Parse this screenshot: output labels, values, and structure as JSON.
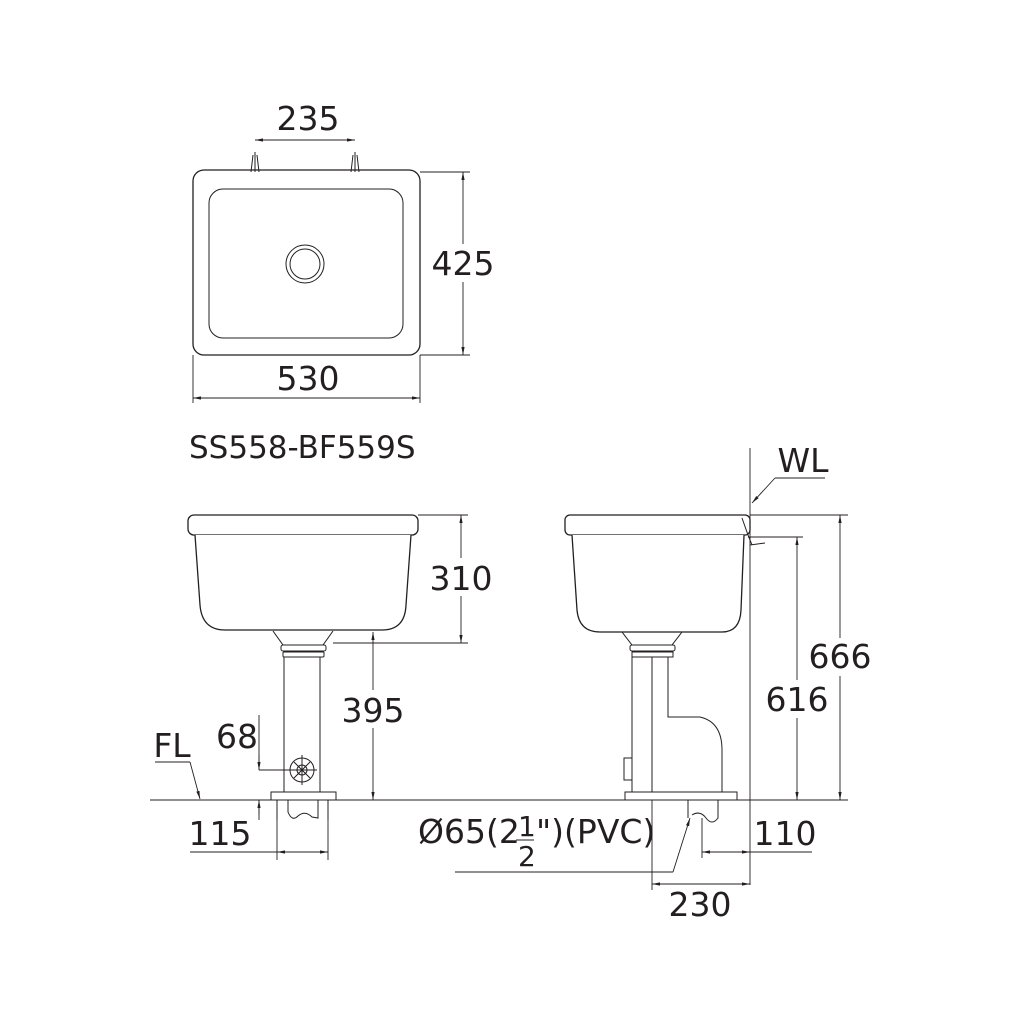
{
  "model": "SS558-BF559S",
  "top_view": {
    "faucet_spacing": "235",
    "depth": "425",
    "width": "530"
  },
  "front_view": {
    "bowl_height": "310",
    "drain_height": "395",
    "valve_height": "68",
    "pipe_offset": "115",
    "floor_label": "FL"
  },
  "side_view": {
    "water_line_label": "WL",
    "total_height": "666",
    "spout_height": "616",
    "pipe_from_wall": "110",
    "trap_from_wall": "230",
    "pipe_spec": {
      "prefix": "Ø65(2",
      "frac_num": "1",
      "frac_den": "2",
      "suffix": "\")(PVC)"
    }
  },
  "colors": {
    "line": "#231f20",
    "background": "#ffffff"
  }
}
